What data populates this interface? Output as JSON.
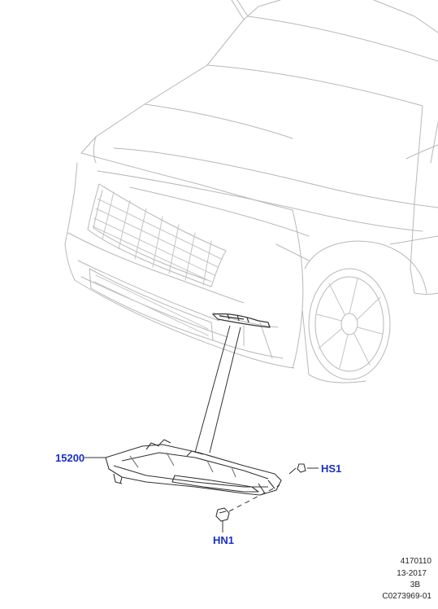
{
  "callouts": {
    "part_lamp": "15200",
    "part_screw": "HS1",
    "part_nut": "HN1"
  },
  "reference": {
    "line1": "4170110",
    "line2": "13-2017",
    "line3": "3B",
    "line4": "C0273969-01"
  },
  "colors": {
    "callout": "#1a2fc9",
    "outline": "#b8b8b8",
    "part": "#333333"
  }
}
